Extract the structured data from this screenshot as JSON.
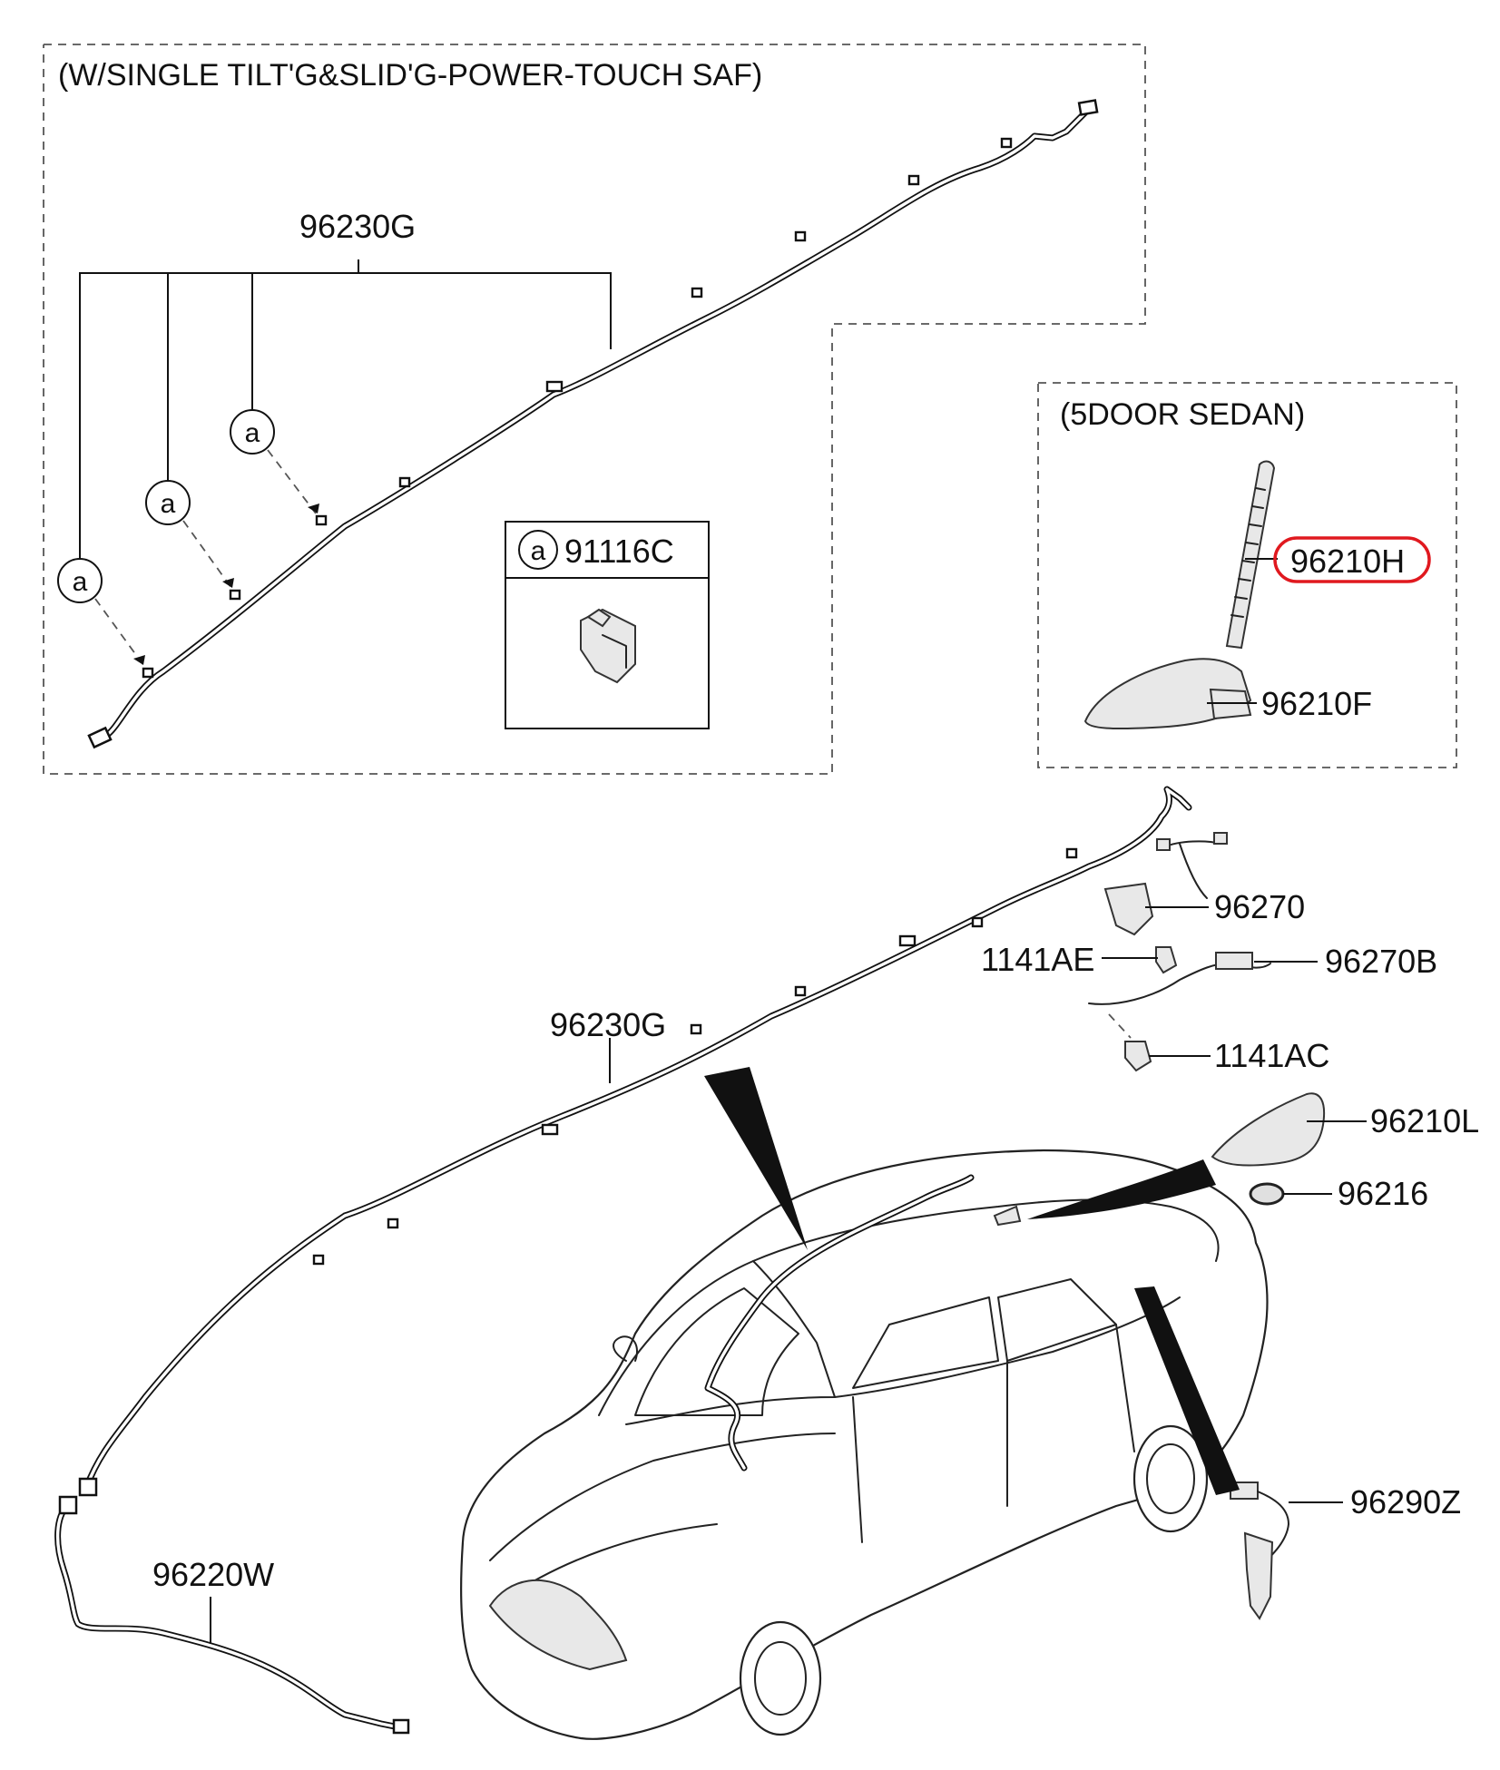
{
  "panels": {
    "roof_option": {
      "caption": "(W/SINGLE TILT'G&SLID'G-POWER-TOUCH SAF)"
    },
    "sedan_option": {
      "caption": "(5DOOR SEDAN)"
    },
    "clip_inset": {
      "part_number": "91116C",
      "callout": "a"
    }
  },
  "callout_symbol": "a",
  "parts": {
    "roof_harness_top": "96230G",
    "roof_harness_main": "96230G",
    "antenna_rod": "96210H",
    "antenna_base_sedan": "96210F",
    "amplifier": "96270",
    "bolt_ae": "1141AE",
    "cable_b": "96270B",
    "bolt_ac": "1141AC",
    "antenna_base": "96210L",
    "pad": "96216",
    "rear_cable": "96290Z",
    "front_harness": "96220W"
  },
  "highlight": {
    "part": "96210H",
    "color": "#e0191f"
  }
}
